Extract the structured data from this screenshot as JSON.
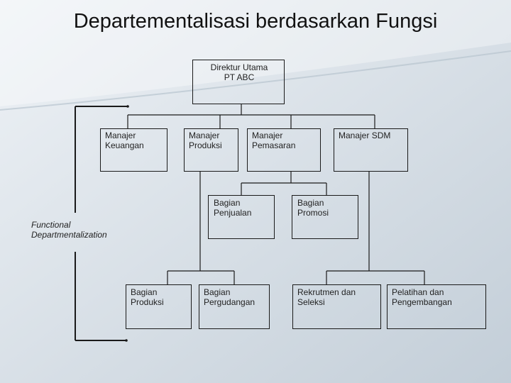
{
  "title": "Departementalisasi berdasarkan Fungsi",
  "side_label": "Functional\nDepartmentalization",
  "boxes": {
    "direktur": "Direktur Utama\nPT ABC",
    "keuangan": "Manajer\nKeuangan",
    "produksi_mgr": "Manajer\nProduksi",
    "pemasaran": "Manajer\nPemasaran",
    "sdm": "Manajer SDM",
    "penjualan": "Bagian\nPenjualan",
    "promosi": "Bagian\nPromosi",
    "bagian_produksi": "Bagian\nProduksi",
    "pergudangan": "Bagian\nPergudangan",
    "rekrutmen": "Rekrutmen dan\nSeleksi",
    "pelatihan": "Pelatihan dan\nPengembangan"
  },
  "colors": {
    "background_light": "#e6ebf0",
    "background_dark": "#c4cfd9",
    "line": "#1a1a1a"
  }
}
